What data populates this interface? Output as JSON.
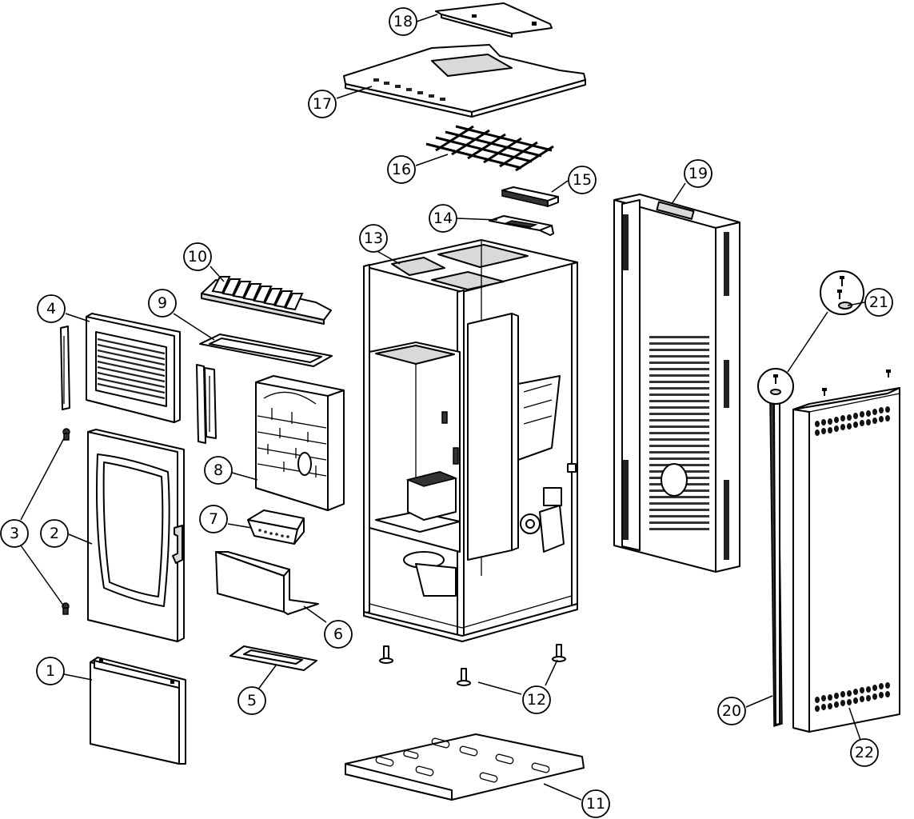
{
  "diagram": {
    "callouts": [
      {
        "id": 1,
        "label": "1"
      },
      {
        "id": 2,
        "label": "2"
      },
      {
        "id": 3,
        "label": "3"
      },
      {
        "id": 4,
        "label": "4"
      },
      {
        "id": 5,
        "label": "5"
      },
      {
        "id": 6,
        "label": "6"
      },
      {
        "id": 7,
        "label": "7"
      },
      {
        "id": 8,
        "label": "8"
      },
      {
        "id": 9,
        "label": "9"
      },
      {
        "id": 10,
        "label": "10"
      },
      {
        "id": 11,
        "label": "11"
      },
      {
        "id": 12,
        "label": "12"
      },
      {
        "id": 13,
        "label": "13"
      },
      {
        "id": 14,
        "label": "14"
      },
      {
        "id": 15,
        "label": "15"
      },
      {
        "id": 16,
        "label": "16"
      },
      {
        "id": 17,
        "label": "17"
      },
      {
        "id": 18,
        "label": "18"
      },
      {
        "id": 19,
        "label": "19"
      },
      {
        "id": 20,
        "label": "20"
      },
      {
        "id": 21,
        "label": "21"
      },
      {
        "id": 22,
        "label": "22"
      }
    ]
  }
}
